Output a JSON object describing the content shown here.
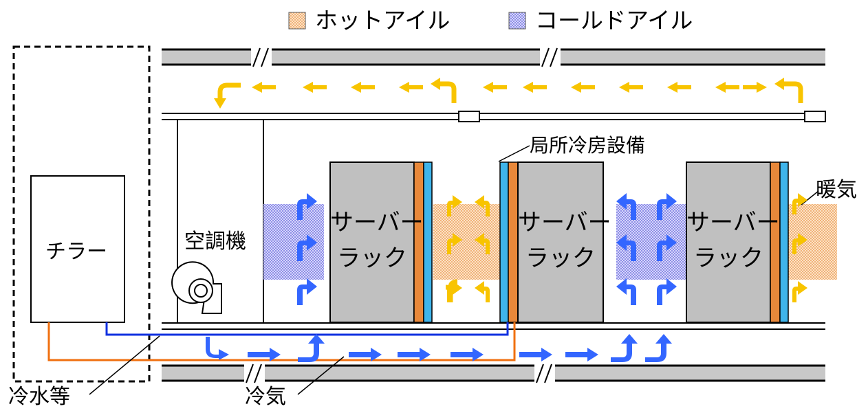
{
  "legend": {
    "hot_aisle": "ホットアイル",
    "cold_aisle": "コールドアイル"
  },
  "labels": {
    "chiller": "チラー",
    "crac": "空調機",
    "server_rack_line1": "サーバー",
    "server_rack_line2": "ラック",
    "local_cooling": "局所冷房設備",
    "warm_air": "暖気",
    "chilled_water": "冷水等",
    "cold_air": "冷気"
  },
  "colors": {
    "hot_aisle_fill": "#f8d2a8",
    "cold_aisle_fill": "#b8b8f2",
    "hot_arrow": "#f8c400",
    "cold_arrow": "#3366ff",
    "rack_gray": "#c0c0c0",
    "chilled_water_supply": "#1030e0",
    "chilled_water_return": "#f07010",
    "local_cooler_orange": "#e8883a",
    "local_cooler_blue": "#3fb4ea",
    "slab_gray": "#c8c8c8"
  }
}
